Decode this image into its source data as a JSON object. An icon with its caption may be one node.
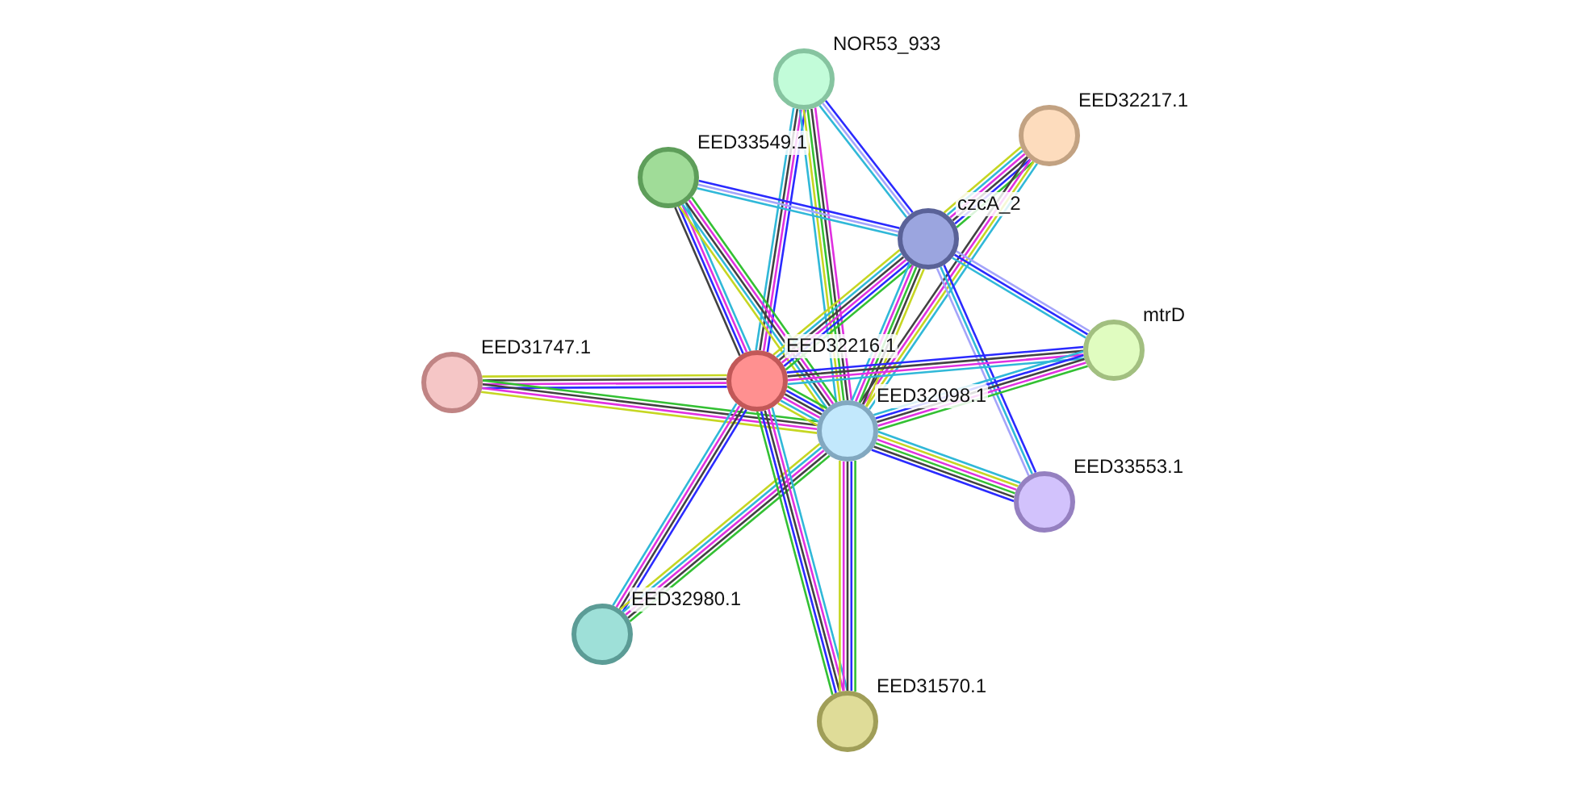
{
  "diagram": {
    "nodes": [
      {
        "text": [],
        "shape": "circle",
        "beside": [
          "NOR53_933"
        ]
      },
      {
        "text": [],
        "shape": "circle",
        "beside": [
          "EED32217.1"
        ]
      },
      {
        "text": [],
        "shape": "circle",
        "beside": [
          "EED33549.1"
        ]
      },
      {
        "text": [],
        "shape": "circle",
        "beside": [
          "czcA_2"
        ]
      },
      {
        "text": [],
        "shape": "circle",
        "beside": [
          "mtrD"
        ]
      },
      {
        "text": [],
        "shape": "circle",
        "beside": [
          "EED31747.1"
        ]
      },
      {
        "text": [],
        "shape": "circle",
        "beside": [
          "EED32216.1"
        ]
      },
      {
        "text": [],
        "shape": "circle",
        "beside": [
          "EED32098.1"
        ]
      },
      {
        "text": [],
        "shape": "circle",
        "beside": [
          "EED33553.1"
        ]
      },
      {
        "text": [],
        "shape": "circle",
        "beside": [
          "EED32980.1"
        ]
      },
      {
        "text": [],
        "shape": "circle",
        "beside": [
          "EED31570.1"
        ]
      }
    ],
    "edges": [
      {
        "from": 0,
        "to": 3,
        "arrow": "none",
        "color": "#2a2aff"
      },
      {
        "from": 0,
        "to": 3,
        "arrow": "none",
        "color": "#a4a4fa"
      },
      {
        "from": 0,
        "to": 3,
        "arrow": "none",
        "color": "#30b8d8"
      },
      {
        "from": 0,
        "to": 6,
        "arrow": "none",
        "color": "#2a2aff"
      },
      {
        "from": 0,
        "to": 6,
        "arrow": "none",
        "color": "#e030e0"
      },
      {
        "from": 0,
        "to": 6,
        "arrow": "none",
        "color": "#424242"
      },
      {
        "from": 0,
        "to": 6,
        "arrow": "none",
        "color": "#30b8d8"
      },
      {
        "from": 0,
        "to": 7,
        "arrow": "none",
        "color": "#e030e0"
      },
      {
        "from": 0,
        "to": 7,
        "arrow": "none",
        "color": "#424242"
      },
      {
        "from": 0,
        "to": 7,
        "arrow": "none",
        "color": "#33c033"
      },
      {
        "from": 0,
        "to": 7,
        "arrow": "none",
        "color": "#c6d622"
      },
      {
        "from": 0,
        "to": 7,
        "arrow": "none",
        "color": "#30b8d8"
      },
      {
        "from": 1,
        "to": 3,
        "arrow": "none",
        "color": "#33c033"
      },
      {
        "from": 1,
        "to": 3,
        "arrow": "none",
        "color": "#2a2aff"
      },
      {
        "from": 1,
        "to": 3,
        "arrow": "none",
        "color": "#424242"
      },
      {
        "from": 1,
        "to": 3,
        "arrow": "none",
        "color": "#e030e0"
      },
      {
        "from": 1,
        "to": 3,
        "arrow": "none",
        "color": "#30b8d8"
      },
      {
        "from": 1,
        "to": 3,
        "arrow": "none",
        "color": "#c6d622"
      },
      {
        "from": 1,
        "to": 7,
        "arrow": "none",
        "color": "#30b8d8"
      },
      {
        "from": 1,
        "to": 7,
        "arrow": "none",
        "color": "#c6d622"
      },
      {
        "from": 1,
        "to": 7,
        "arrow": "none",
        "color": "#e030e0"
      },
      {
        "from": 1,
        "to": 7,
        "arrow": "none",
        "color": "#424242"
      },
      {
        "from": 2,
        "to": 3,
        "arrow": "none",
        "color": "#2a2aff"
      },
      {
        "from": 2,
        "to": 3,
        "arrow": "none",
        "color": "#a4a4fa"
      },
      {
        "from": 2,
        "to": 3,
        "arrow": "none",
        "color": "#30b8d8"
      },
      {
        "from": 2,
        "to": 6,
        "arrow": "none",
        "color": "#30b8d8"
      },
      {
        "from": 2,
        "to": 6,
        "arrow": "none",
        "color": "#e030e0"
      },
      {
        "from": 2,
        "to": 6,
        "arrow": "none",
        "color": "#2a2aff"
      },
      {
        "from": 2,
        "to": 6,
        "arrow": "none",
        "color": "#424242"
      },
      {
        "from": 2,
        "to": 7,
        "arrow": "none",
        "color": "#33c033"
      },
      {
        "from": 2,
        "to": 7,
        "arrow": "none",
        "color": "#e030e0"
      },
      {
        "from": 2,
        "to": 7,
        "arrow": "none",
        "color": "#424242"
      },
      {
        "from": 2,
        "to": 7,
        "arrow": "none",
        "color": "#30b8d8"
      },
      {
        "from": 2,
        "to": 7,
        "arrow": "none",
        "color": "#c6d622"
      },
      {
        "from": 3,
        "to": 4,
        "arrow": "none",
        "color": "#a4a4fa"
      },
      {
        "from": 3,
        "to": 4,
        "arrow": "none",
        "color": "#2a2aff"
      },
      {
        "from": 3,
        "to": 4,
        "arrow": "none",
        "color": "#30b8d8"
      },
      {
        "from": 3,
        "to": 8,
        "arrow": "none",
        "color": "#2a2aff"
      },
      {
        "from": 3,
        "to": 8,
        "arrow": "none",
        "color": "#30b8d8"
      },
      {
        "from": 3,
        "to": 8,
        "arrow": "none",
        "color": "#a4a4fa"
      },
      {
        "from": 3,
        "to": 6,
        "arrow": "none",
        "color": "#33c033"
      },
      {
        "from": 3,
        "to": 6,
        "arrow": "none",
        "color": "#2a2aff"
      },
      {
        "from": 3,
        "to": 6,
        "arrow": "none",
        "color": "#e030e0"
      },
      {
        "from": 3,
        "to": 6,
        "arrow": "none",
        "color": "#424242"
      },
      {
        "from": 3,
        "to": 6,
        "arrow": "none",
        "color": "#30b8d8"
      },
      {
        "from": 3,
        "to": 6,
        "arrow": "none",
        "color": "#c6d622"
      },
      {
        "from": 3,
        "to": 7,
        "arrow": "none",
        "color": "#c6d622"
      },
      {
        "from": 3,
        "to": 7,
        "arrow": "none",
        "color": "#424242"
      },
      {
        "from": 3,
        "to": 7,
        "arrow": "none",
        "color": "#33c033"
      },
      {
        "from": 3,
        "to": 7,
        "arrow": "none",
        "color": "#e030e0"
      },
      {
        "from": 3,
        "to": 7,
        "arrow": "none",
        "color": "#30b8d8"
      },
      {
        "from": 4,
        "to": 6,
        "arrow": "none",
        "color": "#30b8d8"
      },
      {
        "from": 4,
        "to": 6,
        "arrow": "none",
        "color": "#e030e0"
      },
      {
        "from": 4,
        "to": 6,
        "arrow": "none",
        "color": "#424242"
      },
      {
        "from": 4,
        "to": 6,
        "arrow": "none",
        "color": "#2a2aff"
      },
      {
        "from": 4,
        "to": 7,
        "arrow": "none",
        "color": "#33c033"
      },
      {
        "from": 4,
        "to": 7,
        "arrow": "none",
        "color": "#e030e0"
      },
      {
        "from": 4,
        "to": 7,
        "arrow": "none",
        "color": "#424242"
      },
      {
        "from": 4,
        "to": 7,
        "arrow": "none",
        "color": "#2a2aff"
      },
      {
        "from": 4,
        "to": 7,
        "arrow": "none",
        "color": "#30b8d8"
      },
      {
        "from": 5,
        "to": 6,
        "arrow": "none",
        "color": "#c6d622"
      },
      {
        "from": 5,
        "to": 6,
        "arrow": "none",
        "color": "#424242"
      },
      {
        "from": 5,
        "to": 6,
        "arrow": "none",
        "color": "#e030e0"
      },
      {
        "from": 5,
        "to": 6,
        "arrow": "none",
        "color": "#2a2aff"
      },
      {
        "from": 5,
        "to": 7,
        "arrow": "none",
        "color": "#33c033"
      },
      {
        "from": 5,
        "to": 7,
        "arrow": "none",
        "color": "#424242"
      },
      {
        "from": 5,
        "to": 7,
        "arrow": "none",
        "color": "#e030e0"
      },
      {
        "from": 5,
        "to": 7,
        "arrow": "none",
        "color": "#c6d622"
      },
      {
        "from": 6,
        "to": 7,
        "arrow": "none",
        "color": "#33c033"
      },
      {
        "from": 6,
        "to": 7,
        "arrow": "none",
        "color": "#2a2aff"
      },
      {
        "from": 6,
        "to": 7,
        "arrow": "none",
        "color": "#424242"
      },
      {
        "from": 6,
        "to": 7,
        "arrow": "none",
        "color": "#e030e0"
      },
      {
        "from": 6,
        "to": 7,
        "arrow": "none",
        "color": "#30b8d8"
      },
      {
        "from": 6,
        "to": 7,
        "arrow": "none",
        "color": "#c6d622"
      },
      {
        "from": 7,
        "to": 8,
        "arrow": "none",
        "color": "#30b8d8"
      },
      {
        "from": 7,
        "to": 8,
        "arrow": "none",
        "color": "#c6d622"
      },
      {
        "from": 7,
        "to": 8,
        "arrow": "none",
        "color": "#e030e0"
      },
      {
        "from": 7,
        "to": 8,
        "arrow": "none",
        "color": "#33c033"
      },
      {
        "from": 7,
        "to": 8,
        "arrow": "none",
        "color": "#424242"
      },
      {
        "from": 7,
        "to": 8,
        "arrow": "none",
        "color": "#2a2aff"
      },
      {
        "from": 6,
        "to": 9,
        "arrow": "none",
        "color": "#2a2aff"
      },
      {
        "from": 6,
        "to": 9,
        "arrow": "none",
        "color": "#424242"
      },
      {
        "from": 6,
        "to": 9,
        "arrow": "none",
        "color": "#e030e0"
      },
      {
        "from": 6,
        "to": 9,
        "arrow": "none",
        "color": "#30b8d8"
      },
      {
        "from": 7,
        "to": 9,
        "arrow": "none",
        "color": "#33c033"
      },
      {
        "from": 7,
        "to": 9,
        "arrow": "none",
        "color": "#424242"
      },
      {
        "from": 7,
        "to": 9,
        "arrow": "none",
        "color": "#e030e0"
      },
      {
        "from": 7,
        "to": 9,
        "arrow": "none",
        "color": "#30b8d8"
      },
      {
        "from": 7,
        "to": 9,
        "arrow": "none",
        "color": "#c6d622"
      },
      {
        "from": 6,
        "to": 10,
        "arrow": "none",
        "color": "#30b8d8"
      },
      {
        "from": 6,
        "to": 10,
        "arrow": "none",
        "color": "#e030e0"
      },
      {
        "from": 6,
        "to": 10,
        "arrow": "none",
        "color": "#424242"
      },
      {
        "from": 6,
        "to": 10,
        "arrow": "none",
        "color": "#2a2aff"
      },
      {
        "from": 6,
        "to": 10,
        "arrow": "none",
        "color": "#33c033"
      },
      {
        "from": 7,
        "to": 10,
        "arrow": "none",
        "color": "#33c033"
      },
      {
        "from": 7,
        "to": 10,
        "arrow": "none",
        "color": "#2a2aff"
      },
      {
        "from": 7,
        "to": 10,
        "arrow": "none",
        "color": "#424242"
      },
      {
        "from": 7,
        "to": 10,
        "arrow": "none",
        "color": "#e030e0"
      },
      {
        "from": 7,
        "to": 10,
        "arrow": "none",
        "color": "#c6d622"
      }
    ]
  }
}
